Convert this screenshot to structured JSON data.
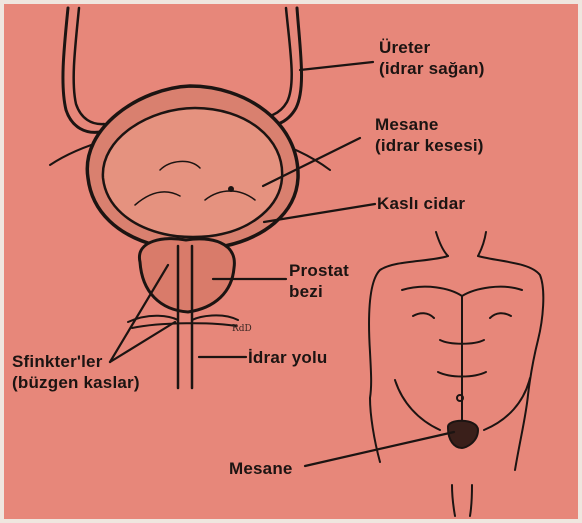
{
  "labels": {
    "ureter": {
      "line1": "Üreter",
      "line2": "(idrar sağan)"
    },
    "bladder": {
      "line1": "Mesane",
      "line2": "(idrar kesesi)"
    },
    "muscular_wall": "Kaslı cidar",
    "prostate": {
      "line1": "Prostat",
      "line2": "bezi"
    },
    "sphincters": {
      "line1": "Sfinkter'ler",
      "line2": "(büzgen kaslar)"
    },
    "urethra": "İdrar yolu",
    "bladder_body": "Mesane"
  },
  "artist_mark": "RdD",
  "colors": {
    "background": "#e7877a",
    "line": "#1c1412",
    "tissue": "#d9806f"
  }
}
